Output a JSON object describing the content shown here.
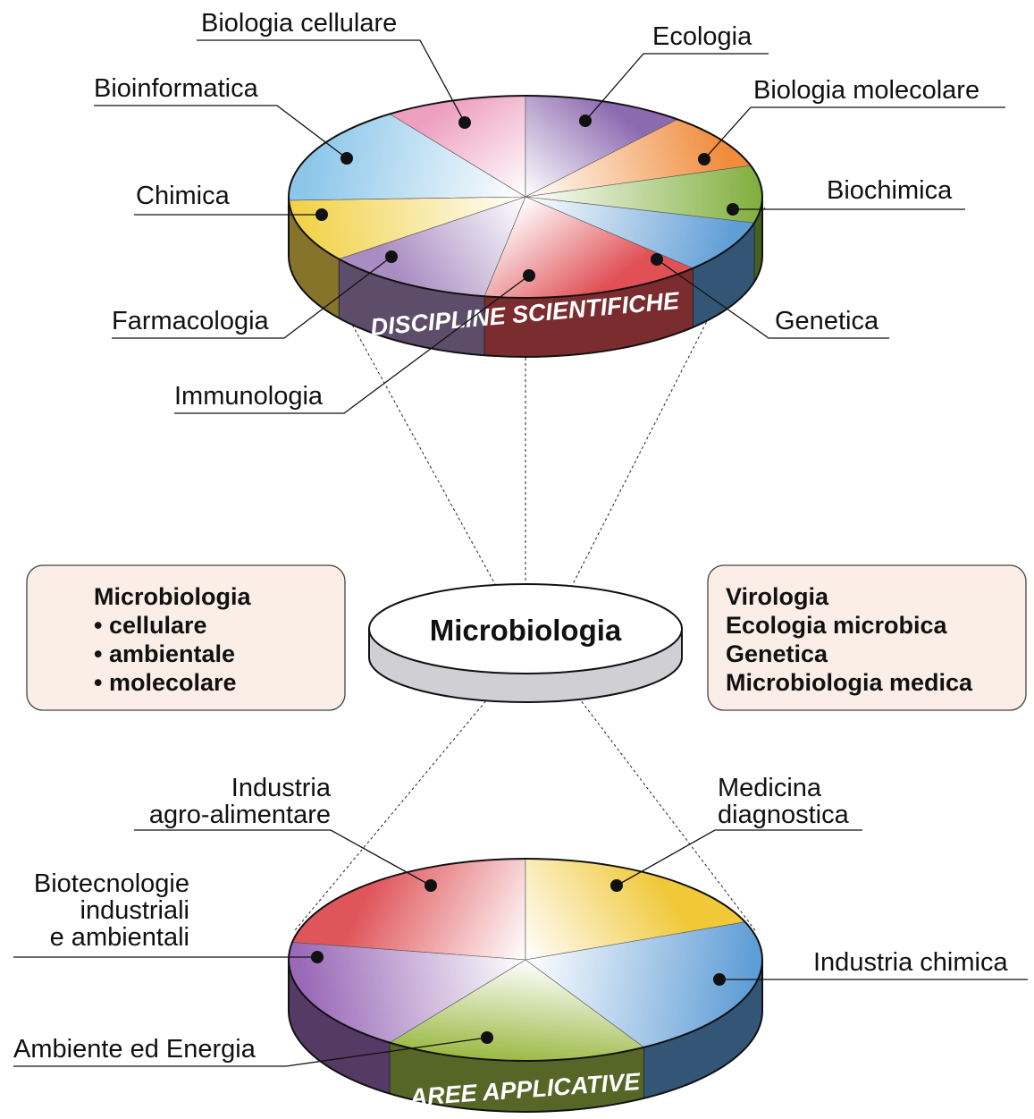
{
  "top_disc": {
    "band_label": "DISCIPLINE SCIENTIFICHE",
    "sectors": [
      {
        "label": "Biologia cellulare",
        "color": "#ee9fbf"
      },
      {
        "label": "Ecologia",
        "color": "#8c6ab0"
      },
      {
        "label": "Biologia molecolare",
        "color": "#f08c3c"
      },
      {
        "label": "Biochimica",
        "color": "#7fae3c"
      },
      {
        "label": "Genetica",
        "color": "#5f9dd6"
      },
      {
        "label": "Immunologia",
        "color": "#e05055"
      },
      {
        "label": "Farmacologia",
        "color": "#a98cc2"
      },
      {
        "label": "Chimica",
        "color": "#f2d24a"
      },
      {
        "label": "Bioinformatica",
        "color": "#8cc7ea"
      }
    ]
  },
  "center_disc": {
    "label": "Microbiologia"
  },
  "left_box": {
    "lines": [
      "Microbiologia",
      "• cellulare",
      "• ambientale",
      "• molecolare"
    ]
  },
  "right_box": {
    "lines": [
      "Virologia",
      "Ecologia microbica",
      "Genetica",
      "Microbiologia medica"
    ]
  },
  "bottom_disc": {
    "band_label": "AREE APPLICATIVE",
    "sectors": [
      {
        "label_lines": [
          "Industria",
          "agro-alimentare"
        ],
        "color": "#e0555a"
      },
      {
        "label_lines": [
          "Medicina",
          "diagnostica"
        ],
        "color": "#f0c838"
      },
      {
        "label_lines": [
          "Industria chimica"
        ],
        "color": "#5f9dd6"
      },
      {
        "label_lines": [
          "Ambiente ed Energia"
        ],
        "color": "#9cba46"
      },
      {
        "label_lines": [
          "Biotecnologie",
          "industriali",
          "e ambientali"
        ],
        "color": "#9a6ab8"
      }
    ]
  }
}
